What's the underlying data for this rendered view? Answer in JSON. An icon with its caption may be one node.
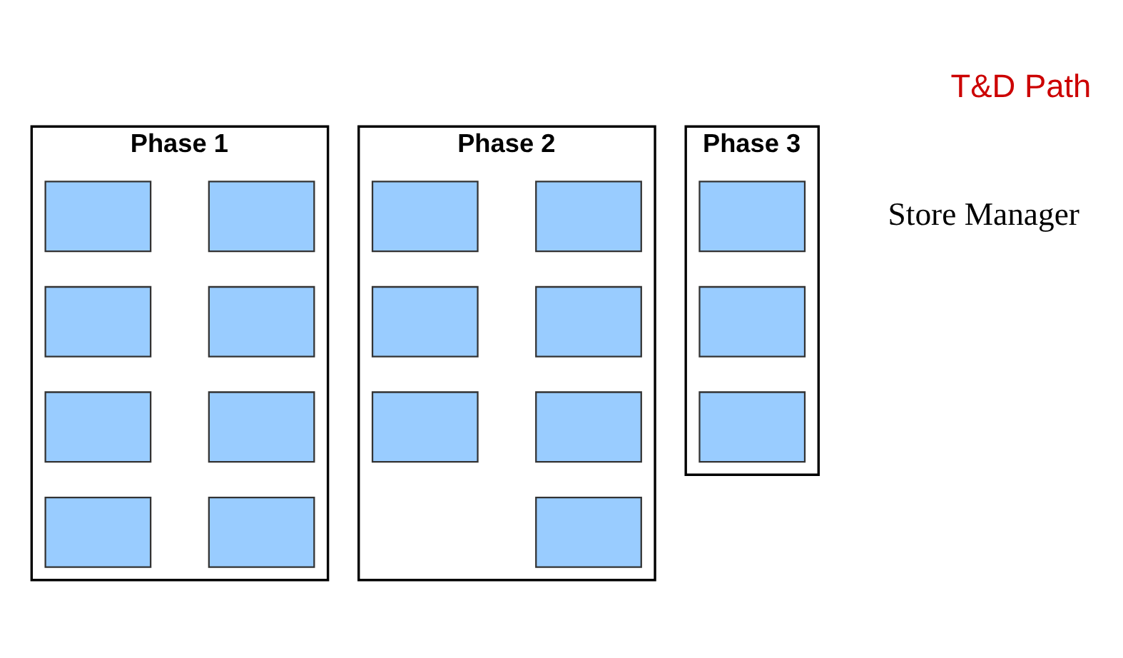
{
  "diagram": {
    "title": "T&D Path",
    "nodes": [
      {
        "text": [
          "Phase 1"
        ]
      },
      {
        "text": [],
        "shape": "box",
        "in": 0
      },
      {
        "text": [],
        "shape": "box",
        "in": 0
      },
      {
        "text": [],
        "shape": "box",
        "in": 0
      },
      {
        "text": [],
        "shape": "box",
        "in": 0
      },
      {
        "text": [],
        "shape": "box",
        "in": 0
      },
      {
        "text": [],
        "shape": "box",
        "in": 0
      },
      {
        "text": [],
        "shape": "box",
        "in": 0
      },
      {
        "text": [],
        "shape": "box",
        "in": 0
      },
      {
        "text": [
          "Phase 2"
        ]
      },
      {
        "text": [],
        "shape": "box",
        "in": 9
      },
      {
        "text": [],
        "shape": "box",
        "in": 9
      },
      {
        "text": [],
        "shape": "box",
        "in": 9
      },
      {
        "text": [],
        "shape": "box",
        "in": 9
      },
      {
        "text": [],
        "shape": "box",
        "in": 9
      },
      {
        "text": [],
        "shape": "box",
        "in": 9
      },
      {
        "text": [],
        "shape": "box",
        "in": 9
      },
      {
        "text": [
          "Phase 3"
        ]
      },
      {
        "text": [],
        "shape": "box",
        "in": 17
      },
      {
        "text": [],
        "shape": "box",
        "in": 17
      },
      {
        "text": [],
        "shape": "box",
        "in": 17
      }
    ],
    "edges": [],
    "labels": [
      "Store Manager"
    ]
  }
}
